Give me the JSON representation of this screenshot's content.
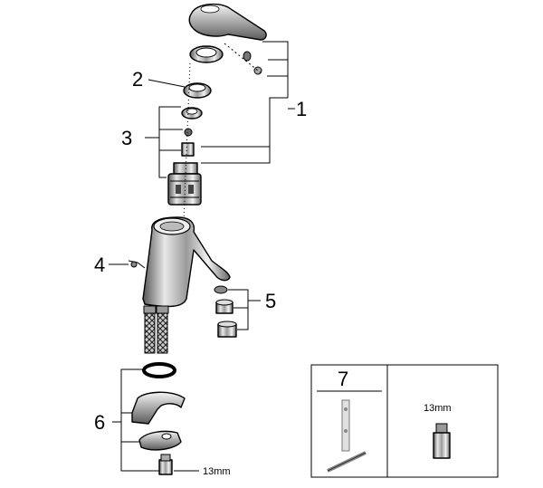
{
  "diagram": {
    "callouts": [
      {
        "id": "1",
        "label": "1"
      },
      {
        "id": "2",
        "label": "2"
      },
      {
        "id": "3",
        "label": "3"
      },
      {
        "id": "4",
        "label": "4"
      },
      {
        "id": "5",
        "label": "5"
      },
      {
        "id": "6",
        "label": "6"
      }
    ],
    "hex_size_main": "13mm",
    "tools_box": {
      "tool_number": "7",
      "hex_size": "13mm"
    }
  }
}
